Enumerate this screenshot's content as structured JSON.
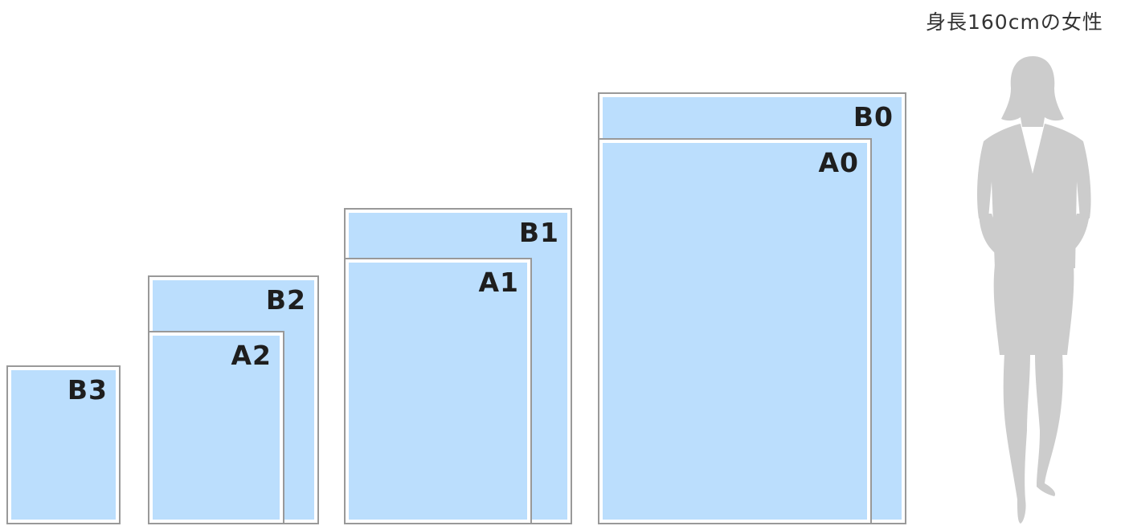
{
  "caption": "身長160cmの女性",
  "sizes": {
    "b3": "B3",
    "b2": "B2",
    "a2": "A2",
    "b1": "B1",
    "a1": "A1",
    "b0": "B0",
    "a0": "A0"
  },
  "colors": {
    "paper_fill": "#bbdefd",
    "border": "#999999",
    "silhouette": "#cccccc"
  }
}
